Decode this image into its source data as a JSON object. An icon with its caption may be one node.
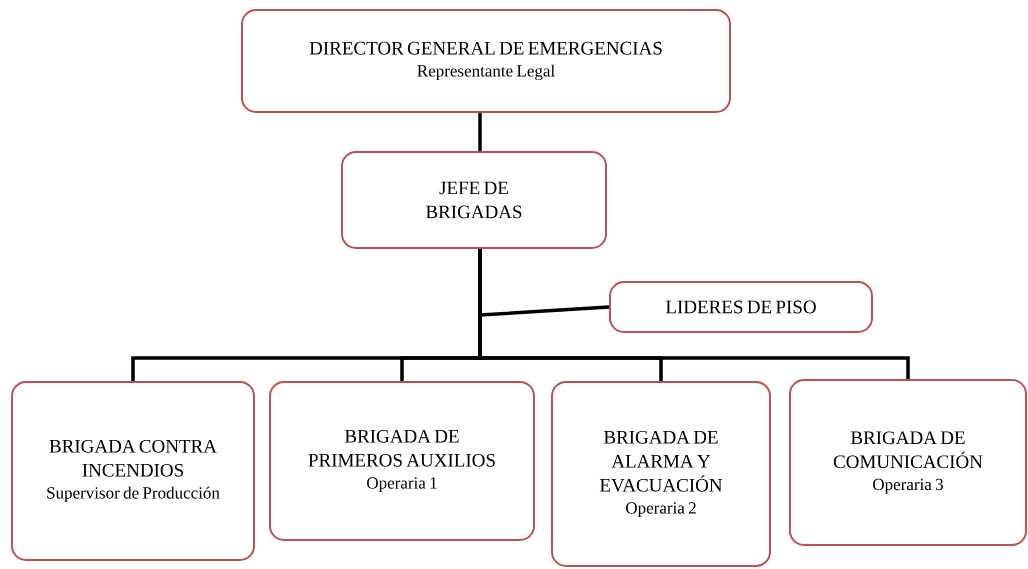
{
  "diagram": {
    "nodes": [
      {
        "text": [
          "DIRECTOR GENERAL DE EMERGENCIAS",
          "Representante Legal"
        ]
      },
      {
        "text": [
          "JEFE DE BRIGADAS"
        ]
      },
      {
        "text": [
          "LIDERES DE PISO"
        ]
      },
      {
        "text": [
          "BRIGADA CONTRA INCENDIOS",
          "Supervisor de Producción"
        ]
      },
      {
        "text": [
          "BRIGADA DE PRIMEROS AUXILIOS",
          "Operaria 1"
        ]
      },
      {
        "text": [
          "BRIGADA DE ALARMA Y EVACUACIÓN",
          "Operaria 2"
        ]
      },
      {
        "text": [
          "BRIGADA DE COMUNICACIÓN",
          "Operaria 3"
        ]
      }
    ],
    "edges": [
      {
        "from": 0,
        "to": 1,
        "arrow": "none"
      },
      {
        "from": 1,
        "to": 2,
        "arrow": "none"
      },
      {
        "from": 1,
        "to": 3,
        "arrow": "none"
      },
      {
        "from": 1,
        "to": 4,
        "arrow": "none"
      },
      {
        "from": 1,
        "to": 5,
        "arrow": "none"
      },
      {
        "from": 1,
        "to": 6,
        "arrow": "none"
      }
    ]
  }
}
